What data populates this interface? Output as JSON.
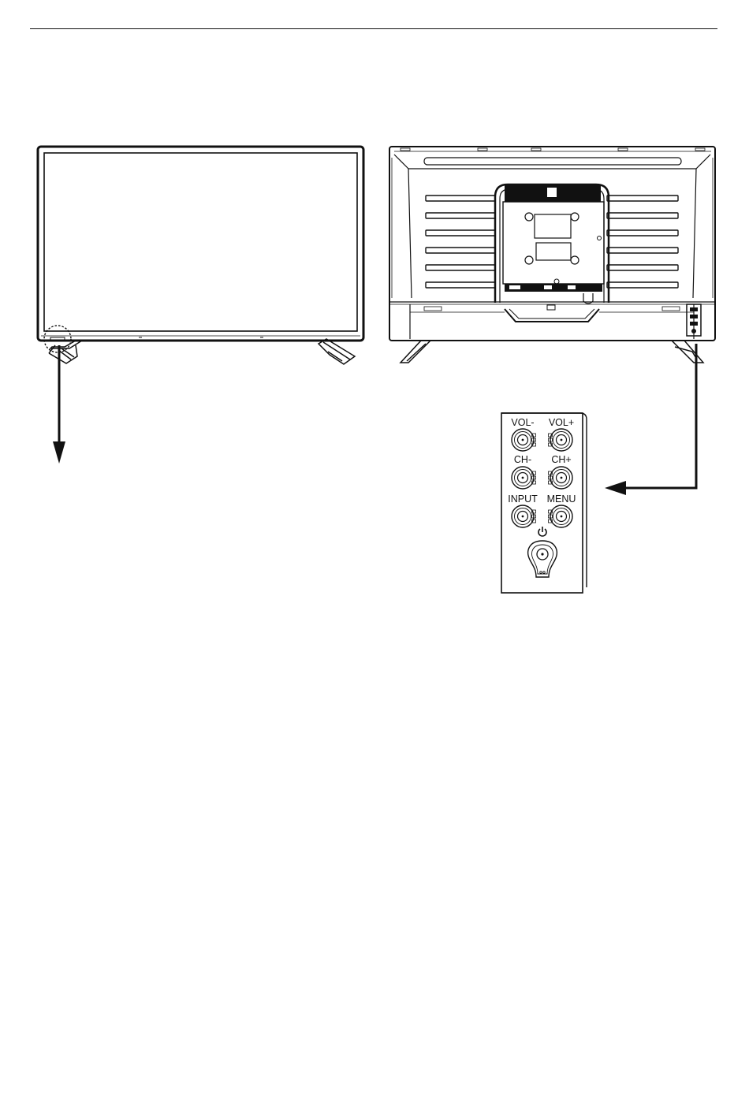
{
  "panel": {
    "buttons": [
      {
        "id": "vol-minus",
        "label": "VOL-"
      },
      {
        "id": "vol-plus",
        "label": "VOL+"
      },
      {
        "id": "ch-minus",
        "label": "CH-"
      },
      {
        "id": "ch-plus",
        "label": "CH+"
      },
      {
        "id": "input",
        "label": "INPUT"
      },
      {
        "id": "menu",
        "label": "MENU"
      }
    ],
    "power_icon": "power-icon"
  },
  "colors": {
    "line": "#111111",
    "background": "#ffffff"
  }
}
